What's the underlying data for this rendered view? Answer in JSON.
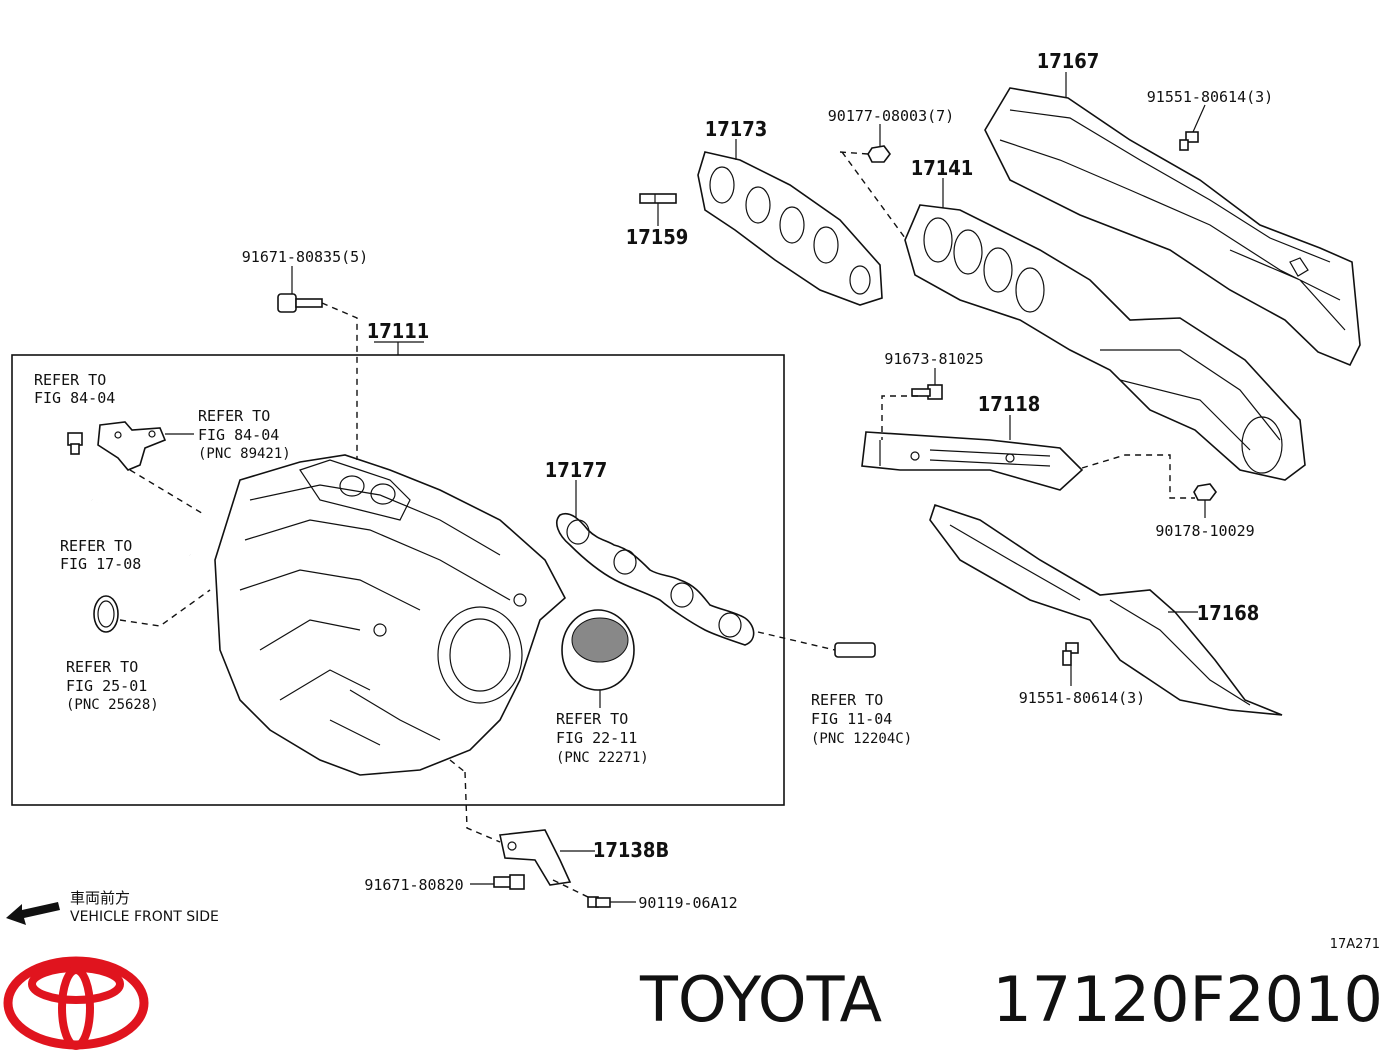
{
  "diagram": {
    "part_labels": {
      "p17167": "17167",
      "p91551_top": "91551-80614(3)",
      "p90177": "90177-08003(7)",
      "p17173": "17173",
      "p17141": "17141",
      "p17159": "17159",
      "p91671_835": "91671-80835(5)",
      "p17111": "17111",
      "p91673": "91673-81025",
      "p17118": "17118",
      "p17177": "17177",
      "p90178": "90178-10029",
      "p17168": "17168",
      "p91551_bot": "91551-80614(3)",
      "p17138b": "17138B",
      "p91671_820": "91671-80820",
      "p90119": "90119-06A12"
    },
    "refer_to": "REFER TO",
    "refs": {
      "r1": {
        "fig": "FIG 84-04"
      },
      "r2": {
        "fig": "FIG 84-04",
        "pnc": "(PNC 89421)"
      },
      "r3": {
        "fig": "FIG 17-08"
      },
      "r4": {
        "fig": "FIG 25-01",
        "pnc": "(PNC 25628)"
      },
      "r5": {
        "fig": "FIG 22-11",
        "pnc": "(PNC 22271)"
      },
      "r6": {
        "fig": "FIG 11-04",
        "pnc": "(PNC 12204C)"
      }
    },
    "orientation": {
      "jp": "車両前方",
      "en": "VEHICLE FRONT SIDE"
    },
    "figure_code": "17A271"
  },
  "brand": {
    "name": "TOYOTA",
    "part_number": "17120F2010",
    "logo_color": "#e0141e"
  }
}
